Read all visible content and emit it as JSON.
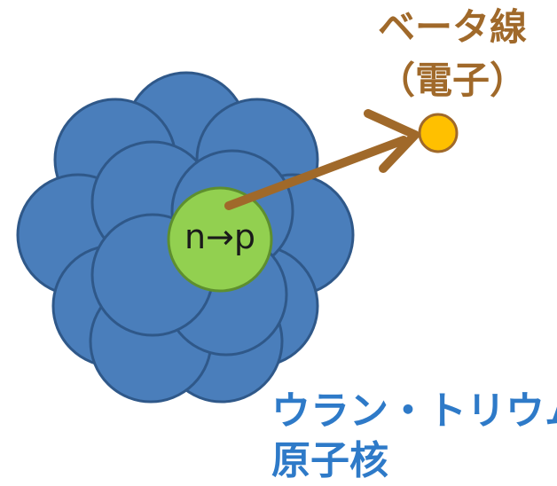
{
  "colors": {
    "nucleon_fill": "#4A7EBB",
    "nucleon_stroke": "#2F5889",
    "decaying_fill": "#92D050",
    "decaying_stroke": "#5E8F2E",
    "electron_fill": "#FFC000",
    "electron_stroke": "#A0692A",
    "arrow_color": "#A0692A",
    "beta_label_color": "#A0692A",
    "nucleus_label_color": "#2E7AC8"
  },
  "labels": {
    "beta_ray_line1": "ベータ線",
    "beta_ray_line2": "（電子）",
    "decay_text": "n→p",
    "nucleus_line1": "ウラン・トリウム",
    "nucleus_line2": "原子核"
  },
  "icons": {
    "arrow": "arrow-icon",
    "electron": "electron-icon"
  }
}
